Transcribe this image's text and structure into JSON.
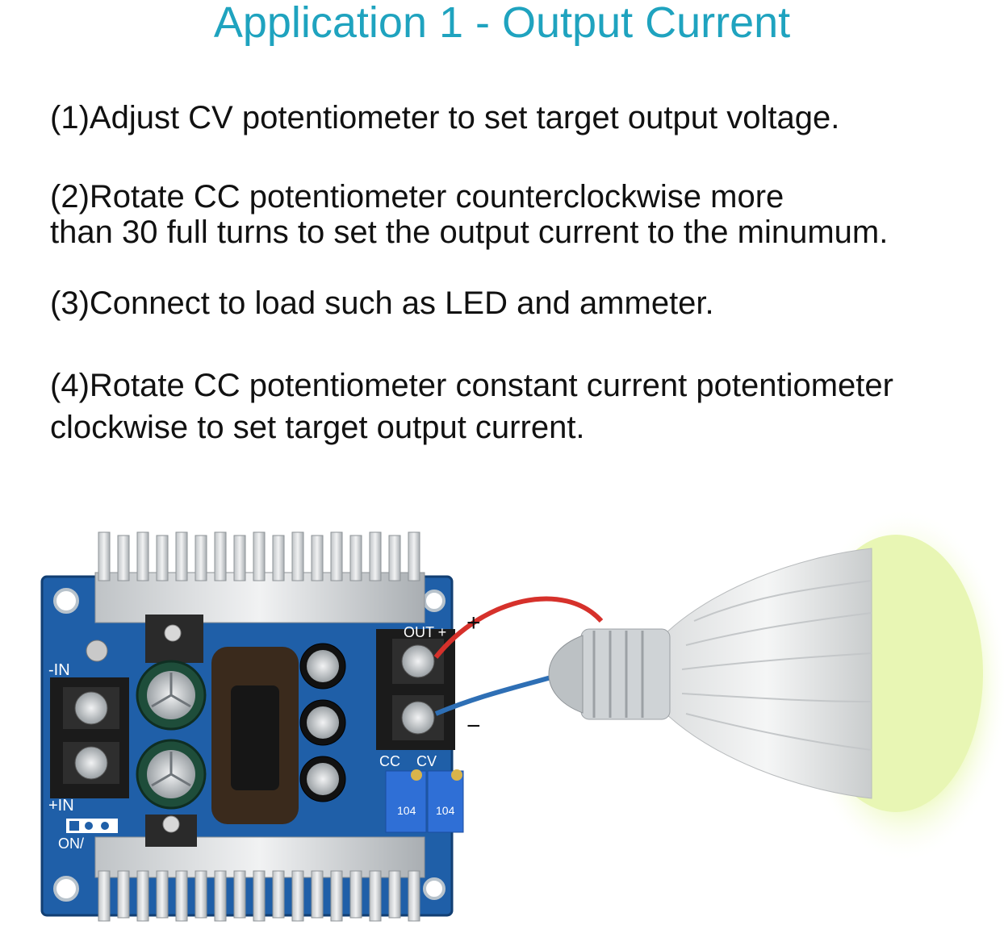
{
  "title": "Application 1 - Output Current",
  "steps": [
    {
      "lines": [
        "(1)Adjust CV potentiometer to set target output voltage."
      ]
    },
    {
      "lines": [
        "(2)Rotate CC potentiometer counterclockwise more",
        "than 30 full turns to set the output current to the minumum."
      ]
    },
    {
      "lines": [
        "(3)Connect to load such as LED and ammeter."
      ]
    },
    {
      "lines": [
        "(4)Rotate CC potentiometer constant current potentiometer",
        "clockwise to set target output current."
      ]
    }
  ],
  "board": {
    "out_label": "OUT +",
    "in_minus_label": "-IN",
    "in_plus_label": "+IN",
    "on_label": "ON/",
    "cc_label": "CC",
    "cv_label": "CV",
    "pot_code": "104"
  },
  "wires": {
    "plus_sign": "+",
    "minus_sign": "−",
    "positive_color": "#d6312b",
    "negative_color": "#2e6fb5"
  },
  "colors": {
    "title": "#1fa3bf",
    "pcb": "#1f5fa8",
    "bulb_glow": "#e9f7b8"
  }
}
